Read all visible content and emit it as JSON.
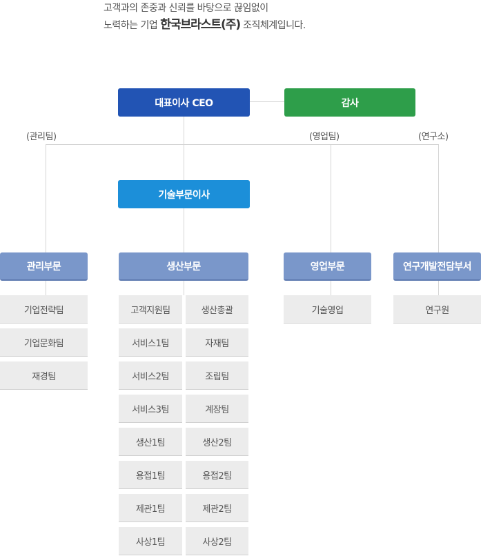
{
  "intro": {
    "line1": "고객과의 존중과 신뢰를 바탕으로 끊임없이",
    "line2_prefix": "노력하는 기업",
    "company": "한국브라스트(주)",
    "line2_suffix": "조직체계입니다."
  },
  "top": {
    "ceo": "대표이사 CEO",
    "audit": "감사",
    "tech": "기술부문이사"
  },
  "labels": {
    "admin": "(관리팀)",
    "sales": "(영업팀)",
    "research": "(연구소)"
  },
  "departments": {
    "admin": {
      "name": "관리부문",
      "teams": [
        "기업전략팀",
        "기업문화팀",
        "재경팀"
      ]
    },
    "production": {
      "name": "생산부문",
      "left": [
        "고객지원팀",
        "서비스1팀",
        "서비스2팀",
        "서비스3팀",
        "생산1팀",
        "용접1팀",
        "제관1팀",
        "사상1팀"
      ],
      "right": [
        "생산총괄",
        "자재팀",
        "조립팀",
        "계장팀",
        "생산2팀",
        "용접2팀",
        "제관2팀",
        "사상2팀"
      ]
    },
    "sales": {
      "name": "영업부문",
      "teams": [
        "기술영업"
      ]
    },
    "research": {
      "name": "연구개발전담부서",
      "teams": [
        "연구원"
      ]
    }
  }
}
